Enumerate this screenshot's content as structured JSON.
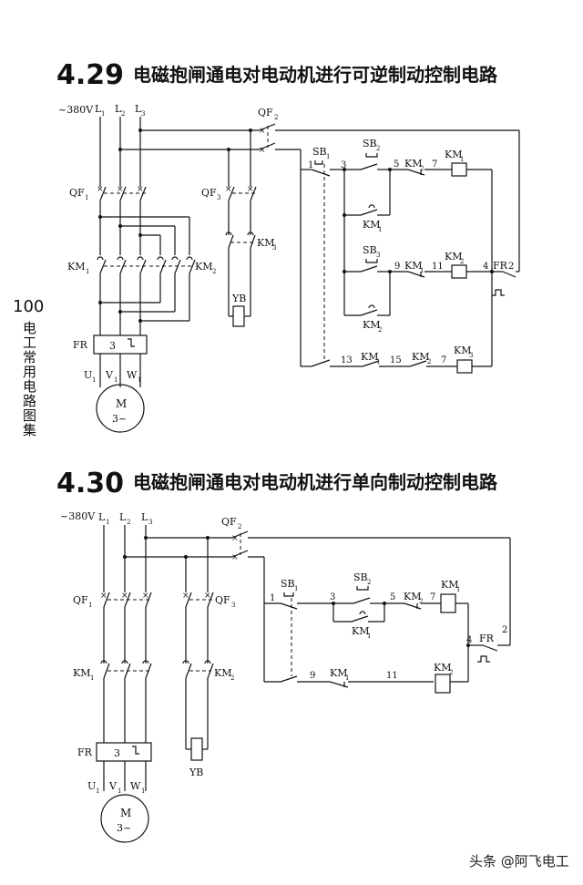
{
  "page": {
    "number": "100",
    "side_title": "电工常用电路图集"
  },
  "watermark": "头条 @阿飞电工",
  "circuit_429": {
    "number": "4.29",
    "title": "电磁抱闸通电对电动机进行可逆制动控制电路",
    "supply": "~380V",
    "labels": {
      "L1": "L",
      "L2": "L",
      "L3": "L",
      "s1": "1",
      "s2": "2",
      "s3": "3",
      "QF2": "QF",
      "QF2_sub": "2",
      "QF1": "QF",
      "QF1_sub": "1",
      "QF3": "QF",
      "QF3_sub": "3",
      "KM1": "KM",
      "KM1_sub": "1",
      "KM2": "KM",
      "KM2_sub": "2",
      "KM3": "KM",
      "KM3_sub": "3",
      "YB": "YB",
      "FR": "FR",
      "FR_box": "3",
      "U1": "U",
      "V1": "V",
      "W1": "W",
      "U1_sub": "1",
      "motor_M": "M",
      "motor_3": "3~",
      "SB1": "SB",
      "SB1_sub": "1",
      "SB2": "SB",
      "SB2_sub": "2",
      "SB3": "SB",
      "SB3_sub": "3",
      "n1": "1",
      "n3": "3",
      "n5": "5",
      "n7": "7",
      "n9": "9",
      "n11": "11",
      "n4": "4",
      "n2": "2",
      "n13": "13",
      "n15": "15",
      "n7b": "7"
    }
  },
  "circuit_430": {
    "number": "4.30",
    "title": "电磁抱闸通电对电动机进行单向制动控制电路",
    "supply": "~380V",
    "labels": {
      "L": "L",
      "s1": "1",
      "s2": "2",
      "s3": "3",
      "QF2": "QF",
      "QF2_sub": "2",
      "QF1": "QF",
      "QF1_sub": "1",
      "QF3": "QF",
      "QF3_sub": "3",
      "KM1": "KM",
      "KM1_sub": "1",
      "KM2": "KM",
      "KM2_sub": "2",
      "YB": "YB",
      "FR": "FR",
      "FR_box": "3",
      "U1": "U",
      "V1": "V",
      "W1": "W",
      "U1_sub": "1",
      "motor_M": "M",
      "motor_3": "3~",
      "SB1": "SB",
      "SB1_sub": "1",
      "SB2": "SB",
      "SB2_sub": "2",
      "n1": "1",
      "n3": "3",
      "n5": "5",
      "n7": "7",
      "n9": "9",
      "n11": "11",
      "n4": "4",
      "n2": "2"
    }
  }
}
